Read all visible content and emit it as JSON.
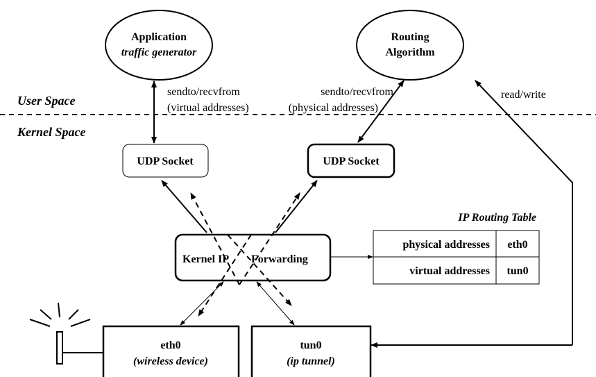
{
  "diagram": {
    "application": {
      "title": "Application",
      "subtitle": "traffic generator"
    },
    "routing": {
      "line1": "Routing",
      "line2": "Algorithm"
    },
    "user_space": "User Space",
    "kernel_space": "Kernel Space",
    "app_call": {
      "line1": "sendto/recvfrom",
      "line2": "(virtual addresses)"
    },
    "routing_call": {
      "line1": "sendto/recvfrom",
      "line2": "(physical addresses)"
    },
    "read_write": "read/write",
    "udp_left": "UDP Socket",
    "udp_right": "UDP Socket",
    "kernel_forwarding": {
      "part1": "Kernel IP",
      "part2": "Forwarding"
    },
    "routing_table": {
      "title": "IP Routing Table",
      "rows": [
        {
          "dest": "physical addresses",
          "iface": "eth0"
        },
        {
          "dest": "virtual addresses",
          "iface": "tun0"
        }
      ]
    },
    "eth0": {
      "title": "eth0",
      "subtitle": "(wireless device)"
    },
    "tun0": {
      "title": "tun0",
      "subtitle": "(ip tunnel)"
    }
  }
}
